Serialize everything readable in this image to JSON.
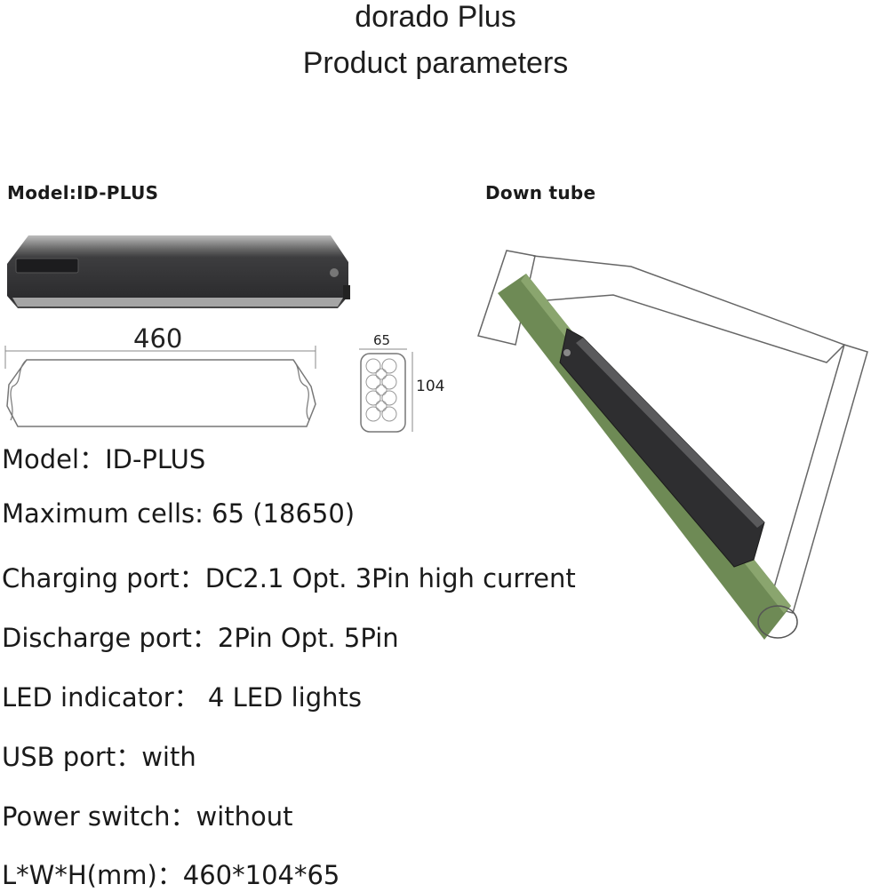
{
  "header": {
    "title_line1": "dorado Plus",
    "title_line2": "Product parameters"
  },
  "labels": {
    "model_heading": "Model:ID-PLUS",
    "down_tube_heading": "Down tube"
  },
  "dimensions": {
    "length": "460",
    "width": "65",
    "height": "104"
  },
  "specs": [
    "Model：ID-PLUS",
    "Maximum cells: 65 (18650)",
    "Charging port：DC2.1 Opt. 3Pin high current",
    "Discharge port：2Pin Opt. 5Pin",
    "LED indicator： 4 LED lights",
    "USB port：with",
    "Power switch：without",
    "L*W*H(mm)：460*104*65"
  ],
  "colors": {
    "battery_body": "#3a3a3c",
    "battery_highlight": "#9a9a9a",
    "frame_tube": "#6e8a55",
    "outline": "#555555"
  }
}
